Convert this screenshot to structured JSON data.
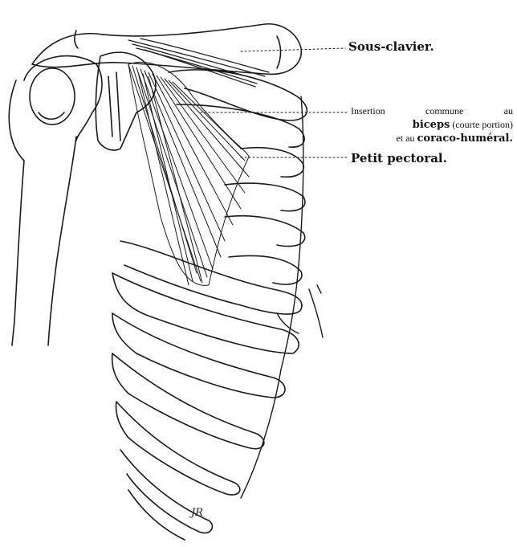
{
  "labels": {
    "sous_clavier": "Sous-clavier.",
    "insertion_line1_a": "Insertion",
    "insertion_line1_b": "commune",
    "insertion_line1_c": "au",
    "insertion_line2_bold": "biceps",
    "insertion_line2_rest": " (courte portion)",
    "insertion_line3_pre": "et au ",
    "insertion_line3_bold": "coraco-huméral.",
    "petit_pectoral": "Petit pectoral."
  },
  "signature": "JR",
  "colors": {
    "ink": "#1a1a1a",
    "paper": "#ffffff"
  }
}
